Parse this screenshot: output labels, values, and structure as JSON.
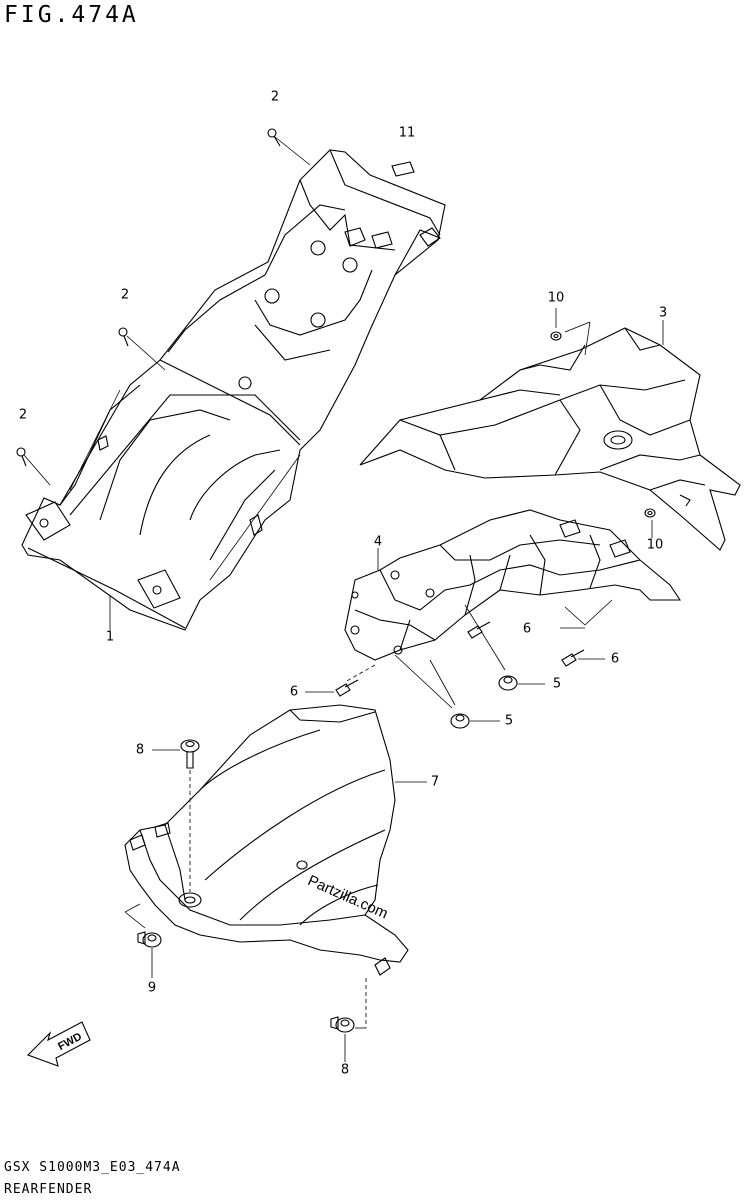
{
  "figure": {
    "title": "FIG.474A",
    "code": "GSX S1000M3_E03_474A",
    "name": "REARFENDER",
    "watermark": "Partzilla.com",
    "fwd_label": "FWD"
  },
  "callouts": [
    {
      "id": "c-2a",
      "text": "2"
    },
    {
      "id": "c-11",
      "text": "11"
    },
    {
      "id": "c-2b",
      "text": "2"
    },
    {
      "id": "c-10a",
      "text": "10"
    },
    {
      "id": "c-3",
      "text": "3"
    },
    {
      "id": "c-2c",
      "text": "2"
    },
    {
      "id": "c-1",
      "text": "1"
    },
    {
      "id": "c-10b",
      "text": "10"
    },
    {
      "id": "c-4",
      "text": "4"
    },
    {
      "id": "c-6a",
      "text": "6"
    },
    {
      "id": "c-6b",
      "text": "6"
    },
    {
      "id": "c-5a",
      "text": "5"
    },
    {
      "id": "c-6c",
      "text": "6"
    },
    {
      "id": "c-5b",
      "text": "5"
    },
    {
      "id": "c-8a",
      "text": "8"
    },
    {
      "id": "c-7",
      "text": "7"
    },
    {
      "id": "c-9",
      "text": "9"
    },
    {
      "id": "c-8b",
      "text": "8"
    }
  ]
}
